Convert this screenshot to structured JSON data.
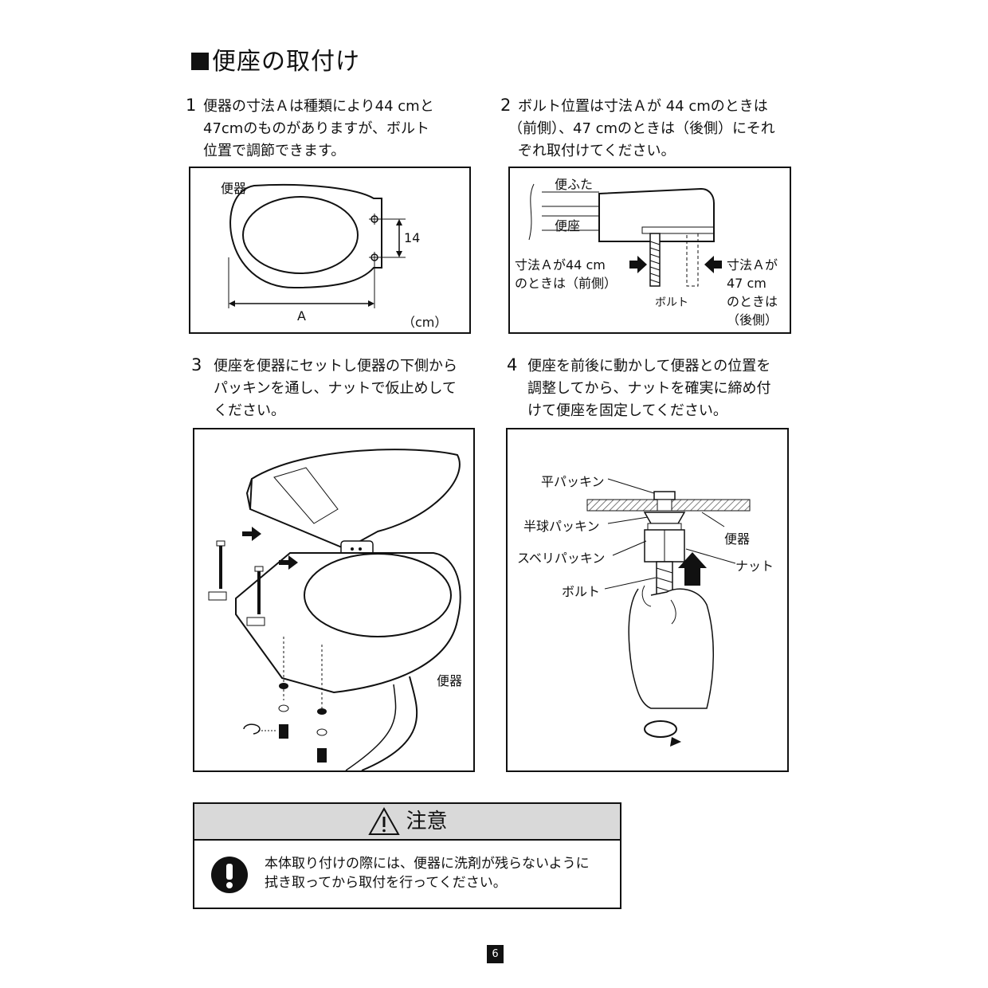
{
  "title": "便座の取付け",
  "steps": [
    {
      "num": "1",
      "lines": [
        "便器の寸法Ａは種類により44 cmと",
        "47cmのものがありますが、ボルト",
        "位置で調節できます。"
      ]
    },
    {
      "num": "2",
      "lines": [
        "ボルト位置は寸法Ａが 44 cmのときは",
        "（前側）、47 cmのときは（後側）にそれ",
        "ぞれ取付けてください。"
      ]
    },
    {
      "num": "3",
      "lines": [
        "便座を便器にセットし便器の下側から",
        "パッキンを通し、ナットで仮止めして",
        "ください。"
      ]
    },
    {
      "num": "4",
      "lines": [
        "便座を前後に動かして便器との位置を",
        "調整してから、ナットを確実に締め付",
        "けて便座を固定してください。"
      ]
    }
  ],
  "fig1": {
    "label_benki": "便器",
    "dim_14": "14",
    "dim_a": "A",
    "unit": "（cm）"
  },
  "fig2": {
    "label_lid": "便ふた",
    "label_seat": "便座",
    "left_note": [
      "寸法Ａが44 cm",
      "のときは（前側）"
    ],
    "bolt": "ボルト",
    "right_note": [
      "寸法Ａが",
      "47 cm",
      "のときは",
      "（後側）"
    ]
  },
  "fig3": {
    "label_benki": "便器"
  },
  "fig4": {
    "flat_packing": "平パッキン",
    "hemi_packing": "半球パッキン",
    "slip_packing": "スベリパッキン",
    "bolt": "ボルト",
    "benki": "便器",
    "nut": "ナット"
  },
  "caution": {
    "title": "注意",
    "lines": [
      "本体取り付けの際には、便器に洗剤が残らないように",
      "拭き取ってから取付を行ってください。"
    ]
  },
  "page_number": "6",
  "colors": {
    "ink": "#111111",
    "caution_header_bg": "#d9d9d9",
    "hatch": "#555555"
  }
}
